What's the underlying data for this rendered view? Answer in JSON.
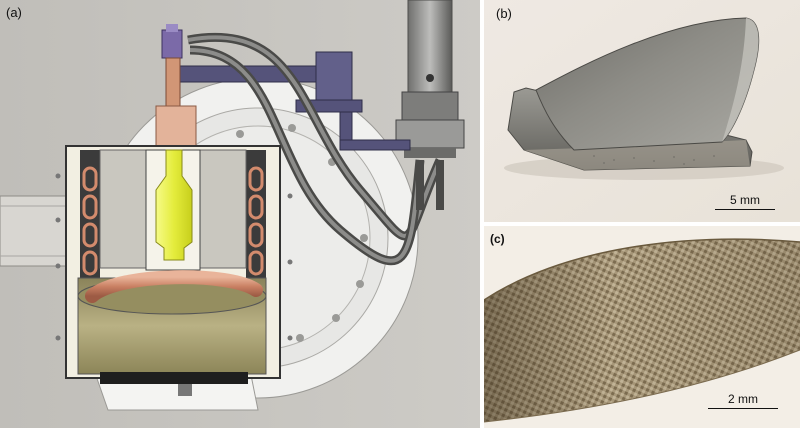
{
  "panels": {
    "a": {
      "label": "(a)"
    },
    "b": {
      "label": "(b)",
      "scale_text": "5 mm"
    },
    "c": {
      "label": "(c)",
      "scale_text": "2 mm"
    }
  },
  "colors": {
    "background_grey": "#c6c4bf",
    "copper_coil": "#c8866a",
    "mold_yellow": "#e7ee4a",
    "chamber_olive": "#a49c6a",
    "steel_grey": "#8a8a88",
    "frame_purple": "#55537a",
    "texture_brown": "#8b7a5e"
  },
  "icons": [
    "apparatus-drawing",
    "cast-part-photo",
    "microstructure-photo"
  ]
}
